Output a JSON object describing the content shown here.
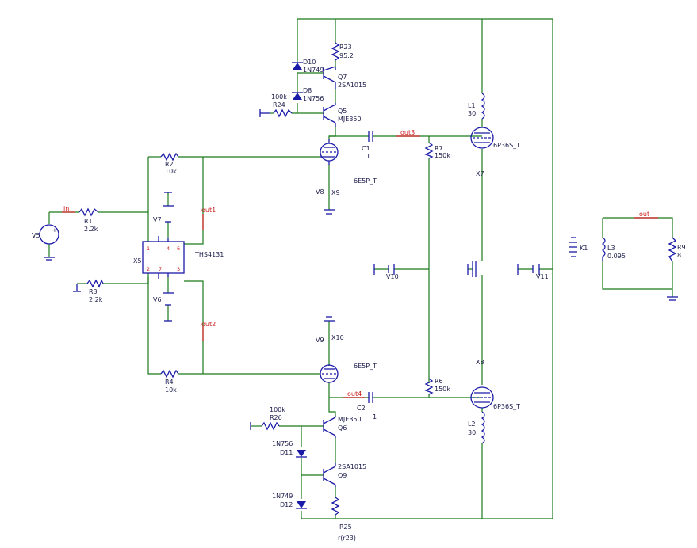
{
  "components": {
    "r23": {
      "name": "R23",
      "value": "95.2"
    },
    "d10": {
      "name": "D10",
      "value": "1N749"
    },
    "q7": {
      "name": "Q7",
      "value": "2SA1015"
    },
    "d8": {
      "name": "D8",
      "value": "1N756"
    },
    "r24": {
      "name": "R24",
      "value": "100k"
    },
    "q5": {
      "name": "Q5",
      "value": "MJE350"
    },
    "c1": {
      "name": "C1",
      "value": "1"
    },
    "r7": {
      "name": "R7",
      "value": "150k"
    },
    "l1": {
      "name": "L1",
      "value": "30"
    },
    "x7": {
      "name": "X7",
      "value": "6P36S_T"
    },
    "r2": {
      "name": "R2",
      "value": "10k"
    },
    "x9": {
      "name": "X9",
      "value": "6E5P_T"
    },
    "v8": {
      "name": "V8"
    },
    "v7": {
      "name": "V7"
    },
    "r1": {
      "name": "R1",
      "value": "2.2k"
    },
    "v5": {
      "name": "V5"
    },
    "x5": {
      "name": "X5",
      "value": "THS4131"
    },
    "r3": {
      "name": "R3",
      "value": "2.2k"
    },
    "v6": {
      "name": "V6"
    },
    "v10": {
      "name": "V10"
    },
    "v11": {
      "name": "V11"
    },
    "k1": {
      "name": "K1"
    },
    "l3": {
      "name": "L3",
      "value": "0.095"
    },
    "r9": {
      "name": "R9",
      "value": "8"
    },
    "r4": {
      "name": "R4",
      "value": "10k"
    },
    "v9": {
      "name": "V9"
    },
    "x10": {
      "name": "X10",
      "value": "6E5P_T"
    },
    "r6": {
      "name": "R6",
      "value": "150k"
    },
    "c2": {
      "name": "C2",
      "value": "1"
    },
    "x8": {
      "name": "X8",
      "value": "6P36S_T"
    },
    "r26": {
      "name": "R26",
      "value": "100k"
    },
    "q6": {
      "name": "Q6",
      "value": "MJE350"
    },
    "d11": {
      "name": "D11",
      "value": "1N756"
    },
    "q9": {
      "name": "Q9",
      "value": "2SA1015"
    },
    "l2": {
      "name": "L2",
      "value": "30"
    },
    "d12": {
      "name": "D12",
      "value": "1N749"
    },
    "r25": {
      "name": "R25",
      "value": "r(r23)"
    }
  },
  "nets": {
    "in": "in",
    "out1": "out1",
    "out2": "out2",
    "out3": "out3",
    "out4": "out4",
    "out": "out"
  },
  "opamp_pins": {
    "p1": "1",
    "p4": "4",
    "p6": "6",
    "p2": "2",
    "p7": "7",
    "p3": "3"
  },
  "colors": {
    "wire": "#1a7a1a",
    "part": "#1a1aa8",
    "net": "#cc1a1a",
    "text": "#1a1a4a"
  }
}
